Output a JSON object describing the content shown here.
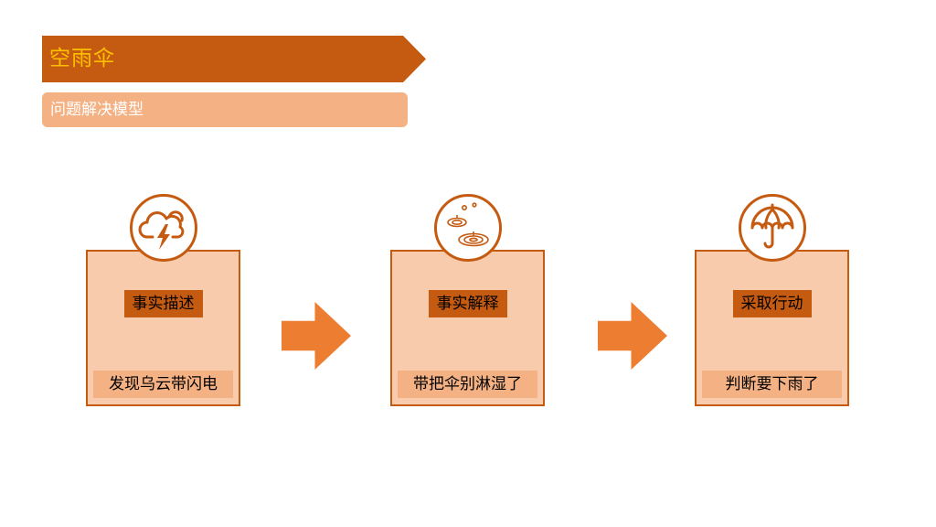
{
  "header": {
    "title": "空雨伞",
    "subtitle": "问题解决模型"
  },
  "steps": [
    {
      "icon": "storm-cloud-lightning-icon",
      "label": "事实描述",
      "desc": "发现乌云带闪电"
    },
    {
      "icon": "rain-ripples-icon",
      "label": "事实解释",
      "desc": "带把伞别淋湿了"
    },
    {
      "icon": "umbrella-icon",
      "label": "采取行动",
      "desc": "判断要下雨了"
    }
  ],
  "colors": {
    "dark_orange": "#c55a11",
    "title_text": "#ffc000",
    "light_orange": "#f4b183",
    "box_fill": "#f8cbad",
    "arrow": "#ed7d31"
  }
}
